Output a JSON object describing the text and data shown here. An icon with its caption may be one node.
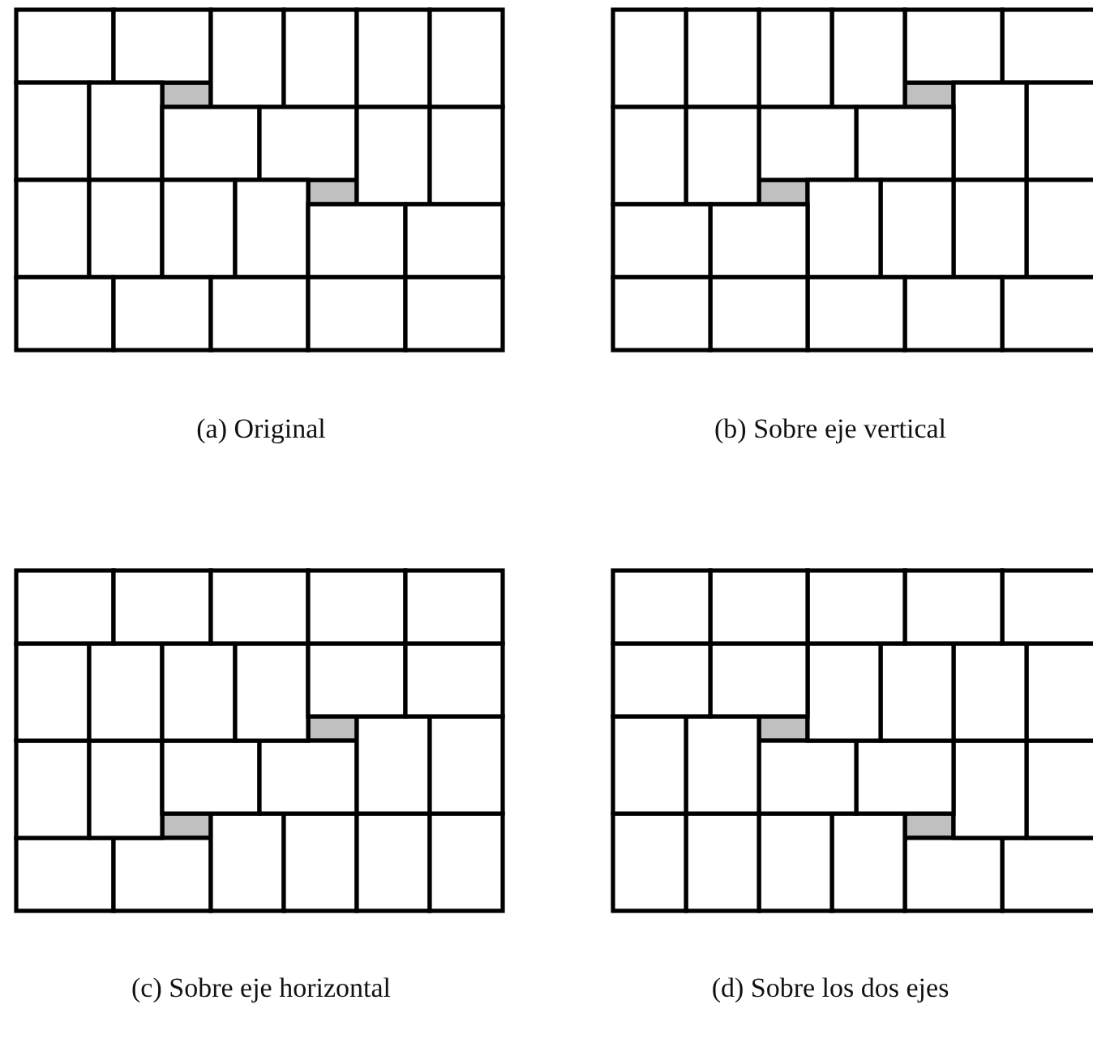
{
  "diagram": {
    "labels": [
      "(a) Original",
      "(b) Sobre eje vertical",
      "(c) Sobre eje horizontal",
      "(d) Sobre los dos ejes"
    ]
  }
}
